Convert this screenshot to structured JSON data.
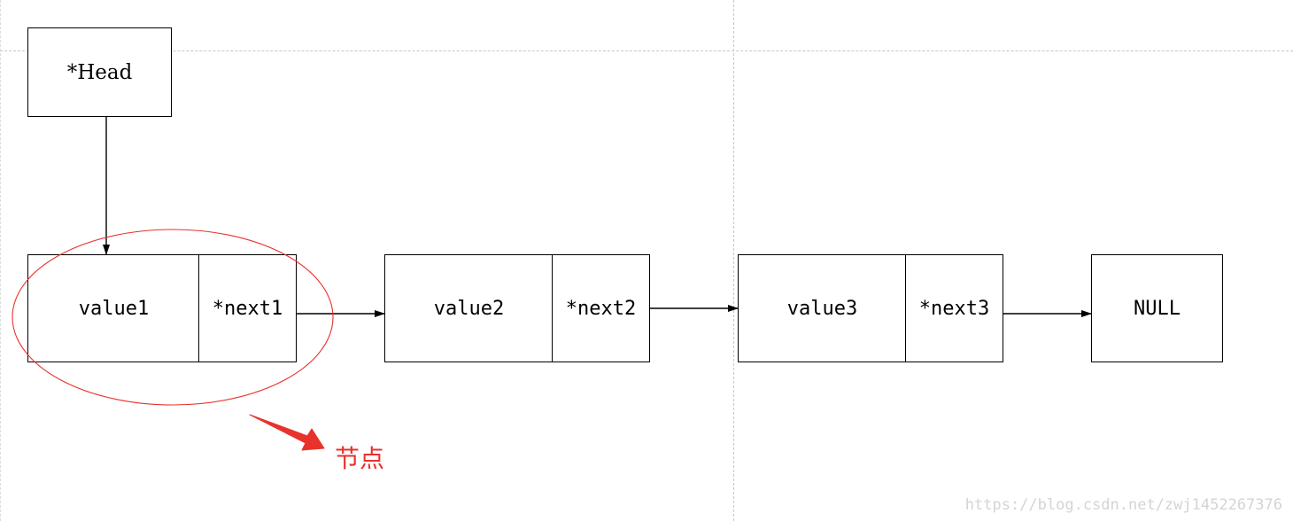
{
  "diagram": {
    "head_label": "*Head",
    "nodes": [
      {
        "value": "value1",
        "next": "*next1"
      },
      {
        "value": "value2",
        "next": "*next2"
      },
      {
        "value": "value3",
        "next": "*next3"
      }
    ],
    "terminal_label": "NULL",
    "callout_label": "节点"
  },
  "colors": {
    "line": "#000000",
    "highlight": "#e8322c",
    "guide": "#c8c8c8"
  },
  "watermark": "https://blog.csdn.net/zwj1452267376"
}
